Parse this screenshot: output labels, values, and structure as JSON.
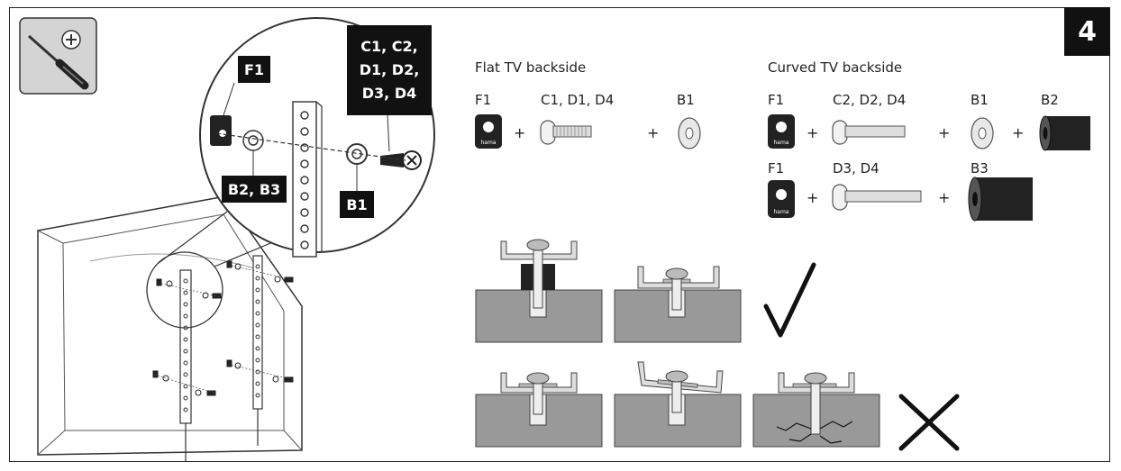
{
  "step_number": "4",
  "callout_labels": {
    "f1": "F1",
    "b2_b3": "B2, B3",
    "b1": "B1",
    "screws": "C1, C2, D1, D2, D3, D4"
  },
  "screws_label_lines": [
    "C1, C2,",
    "D1, D2,",
    "D3, D4"
  ],
  "flat": {
    "heading": "Flat TV backside",
    "part1": "F1",
    "part2": "C1, D1, D4",
    "part3": "B1"
  },
  "curved": {
    "heading": "Curved TV backside",
    "row1": {
      "part1": "F1",
      "part2": "C2, D2, D4",
      "part3": "B1",
      "part4": "B2"
    },
    "row2": {
      "part1": "F1",
      "part2": "D3, D4",
      "part3": "B3"
    }
  },
  "plus_sign": "+",
  "spacer_brand": "hama",
  "result_marks": {
    "correct": "✓",
    "wrong": "✕"
  }
}
